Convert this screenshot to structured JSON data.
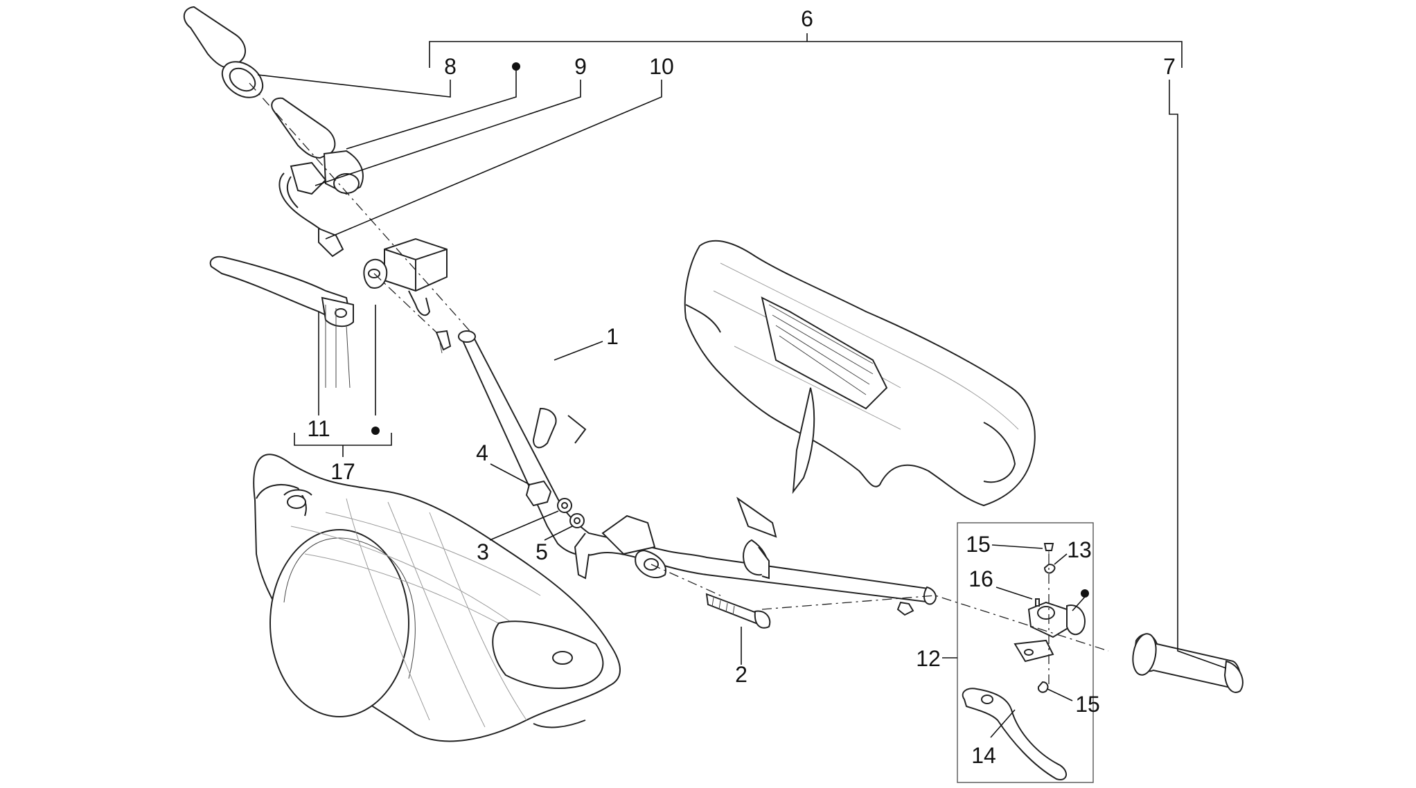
{
  "diagram": {
    "callouts": {
      "c1": "1",
      "c2": "2",
      "c3": "3",
      "c4": "4",
      "c5": "5",
      "c6": "6",
      "c7": "7",
      "c8": "8",
      "c9": "9",
      "c10": "10",
      "c11": "11",
      "c12": "12",
      "c13": "13",
      "c14": "14",
      "c15a": "15",
      "c15b": "15",
      "c16": "16",
      "c17": "17"
    },
    "marker_icon": "filled-dot-icon",
    "line_color": "#111111"
  }
}
